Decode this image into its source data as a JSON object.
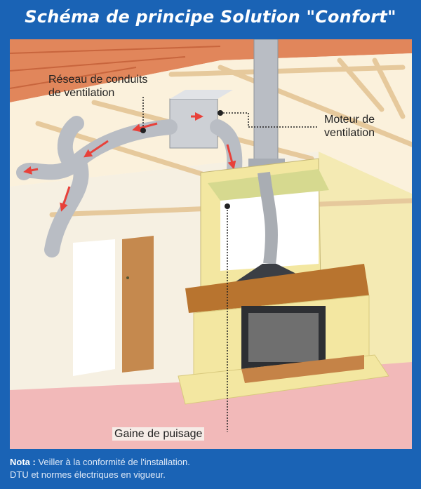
{
  "title": "Schéma de principe Solution \"Confort\"",
  "labels": {
    "reseau_line1": "Réseau de conduits",
    "reseau_line2": "de ventilation",
    "moteur_line1": "Moteur de",
    "moteur_line2": "ventilation",
    "gaine": "Gaine de puisage"
  },
  "note": {
    "prefix": "Nota :",
    "text_line1": " Veiller à la conformité de l'installation.",
    "text_line2": "DTU et normes électriques en vigueur."
  },
  "colors": {
    "background": "#1a63b5",
    "flow_arrows": "#e8413a",
    "fireplace": "#f3e7a1",
    "mantel": "#b8742f",
    "duct": "#b9bdc4"
  }
}
